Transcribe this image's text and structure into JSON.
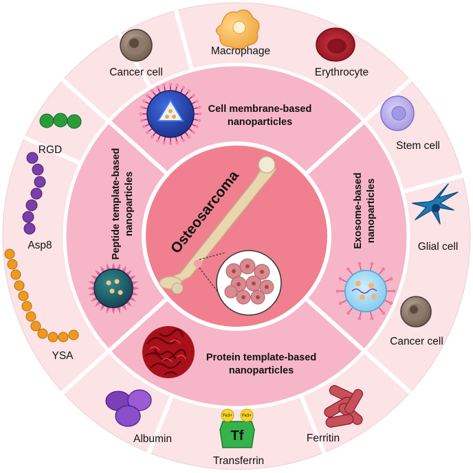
{
  "center": {
    "title": "Osteosarcoma"
  },
  "sections": {
    "cell_membrane": {
      "line1": "Cell membrane-based",
      "line2": "nanoparticles"
    },
    "exosome": {
      "line1": "Exosome-based",
      "line2": "nanoparticles"
    },
    "protein": {
      "line1": "Protein template-based",
      "line2": "nanoparticles"
    },
    "peptide": {
      "line1": "Peptide template-based",
      "line2": "nanoparticles"
    }
  },
  "outer_labels": {
    "macrophage": "Macrophage",
    "cancer_cell_top": "Cancer cell",
    "erythrocyte": "Erythrocyte",
    "stem_cell": "Stem cell",
    "glial_cell": "Glial cell",
    "cancer_cell_right": "Cancer cell",
    "ferritin": "Ferritin",
    "transferrin": "Transferrin",
    "albumin": "Albumin",
    "ysa": "YSA",
    "asp8": "Asp8",
    "rgd": "RGD"
  },
  "transferrin_icon": {
    "symbol": "Tf",
    "ion": "Fe3+"
  },
  "colors": {
    "outer_ring": "#fbe3e6",
    "middle_ring": "#f6b6c8",
    "inner_circle": "#f0808f",
    "divider": "#ffffff",
    "bone": "#e9d5ae"
  }
}
